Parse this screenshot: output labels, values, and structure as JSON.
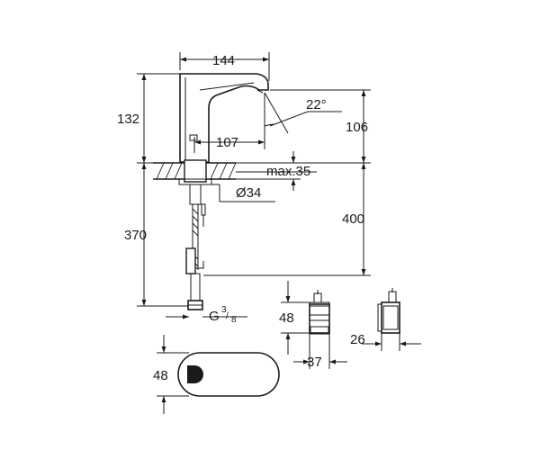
{
  "dimensions": {
    "spout_length": "144",
    "faucet_height": "132",
    "outlet_height": "106",
    "spout_angle": "22°",
    "spout_reach": "107",
    "deck_thickness": "max.35",
    "hole_diameter": "Ø34",
    "hose_length": "400",
    "total_below_deck": "370",
    "thread": "G",
    "thread_sup": "3",
    "thread_sub": "8",
    "box_height": "48",
    "box_width": "37",
    "box_depth": "26",
    "base_width": "48"
  }
}
